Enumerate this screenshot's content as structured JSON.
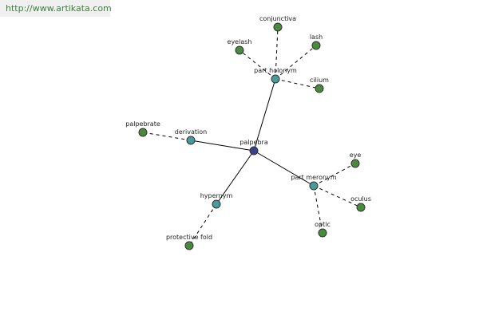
{
  "site": {
    "url": "http://www.artikata.com"
  },
  "colors": {
    "center": "#3a3f8c",
    "relation": "#4a9a9a",
    "leaf": "#4a8a3c"
  },
  "graph": {
    "center": {
      "id": "palpebra",
      "label": "palpebra"
    },
    "relations": [
      {
        "id": "part-holonym",
        "label": "part holonym"
      },
      {
        "id": "derivation",
        "label": "derivation"
      },
      {
        "id": "part-meronym",
        "label": "part meronym"
      },
      {
        "id": "hypernym",
        "label": "hypernym"
      }
    ],
    "leaves": [
      {
        "id": "conjunctiva",
        "label": "conjunctiva",
        "parent": "part-holonym"
      },
      {
        "id": "eyelash",
        "label": "eyelash",
        "parent": "part-holonym"
      },
      {
        "id": "lash",
        "label": "lash",
        "parent": "part-holonym"
      },
      {
        "id": "cilium",
        "label": "cilium",
        "parent": "part-holonym"
      },
      {
        "id": "palpebrate",
        "label": "palpebrate",
        "parent": "derivation"
      },
      {
        "id": "eye",
        "label": "eye",
        "parent": "part-meronym"
      },
      {
        "id": "oculus",
        "label": "oculus",
        "parent": "part-meronym"
      },
      {
        "id": "optic",
        "label": "optic",
        "parent": "part-meronym"
      },
      {
        "id": "protective-fold",
        "label": "protective fold",
        "parent": "hypernym"
      }
    ]
  }
}
